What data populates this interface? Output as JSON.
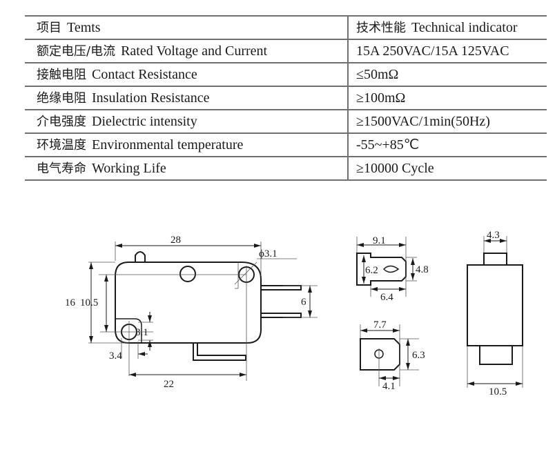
{
  "spec_table": {
    "header": {
      "item_zh": "项目",
      "item_en": "Temts",
      "indicator_zh": "技术性能",
      "indicator_en": "Technical indicator"
    },
    "rows": [
      {
        "zh": "额定电压/电流",
        "en": "Rated  Voltage and Current",
        "value": "15A  250VAC/15A  125VAC"
      },
      {
        "zh": "接触电阻",
        "en": "Contact Resistance",
        "value": "≤50mΩ"
      },
      {
        "zh": "绝缘电阻",
        "en": "Insulation  Resistance",
        "value": "≥100mΩ"
      },
      {
        "zh": "介电强度",
        "en": "Dielectric intensity",
        "value": "≥1500VAC/1min(50Hz)"
      },
      {
        "zh": "环境温度",
        "en": "Environmental temperature",
        "value": "-55~+85℃"
      },
      {
        "zh": "电气寿命",
        "en": "Working Life",
        "value": "≥10000 Cycle"
      }
    ]
  },
  "drawing": {
    "main_view": {
      "length": "28",
      "hole_diameter": "ϕ3.1",
      "height_total": "16",
      "height_holes": "10.5",
      "terminal_spacing": "6",
      "hole_offset_vertical": "3.1",
      "hole_offset_horizontal": "3.4",
      "hole_spacing": "22"
    },
    "terminal_top_view": {
      "width": "9.1",
      "height": "6.2",
      "tab_height": "4.8",
      "tab_length": "6.4"
    },
    "terminal_bottom_view": {
      "width": "7.7",
      "height": "6.3",
      "hole_offset": "4.1"
    },
    "side_view": {
      "plunger_width": "4.3",
      "body_width": "10.5"
    }
  }
}
